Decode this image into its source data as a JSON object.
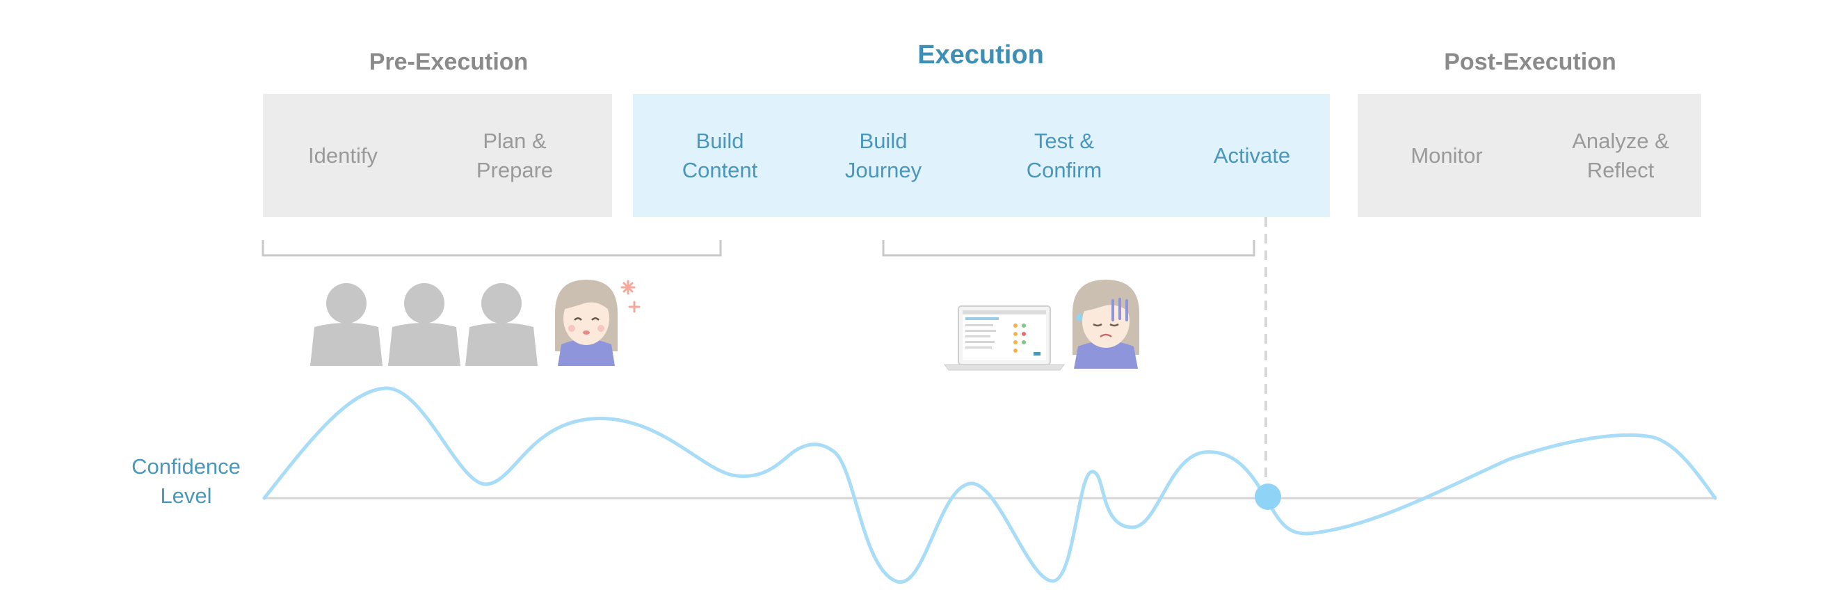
{
  "phases": [
    {
      "title": "Pre-Execution",
      "steps": [
        "Identify",
        "Plan &\nPrepare"
      ]
    },
    {
      "title": "Execution",
      "steps": [
        "Build\nContent",
        "Build\nJourney",
        "Test &\nConfirm",
        "Activate"
      ]
    },
    {
      "title": "Post-Execution",
      "steps": [
        "Monitor",
        "Analyze &\nReflect"
      ]
    }
  ],
  "axis_label": "Confidence\nLevel",
  "colors": {
    "grey_text": "#8a8a8a",
    "blue_text": "#3e8fb5",
    "grey_panel": "#ececec",
    "blue_panel": "#e0f2fc",
    "curve": "#a8dcf7",
    "marker": "#8fd3f7",
    "person_grey": "#c6c6c6",
    "shirt": "#8f95da"
  },
  "icons": {
    "people": [
      "person-silhouette-icon",
      "person-silhouette-icon",
      "person-silhouette-icon",
      "happy-woman-icon"
    ],
    "worry": [
      "laptop-icon",
      "worried-woman-icon"
    ],
    "marker": "current-position-marker-icon"
  }
}
